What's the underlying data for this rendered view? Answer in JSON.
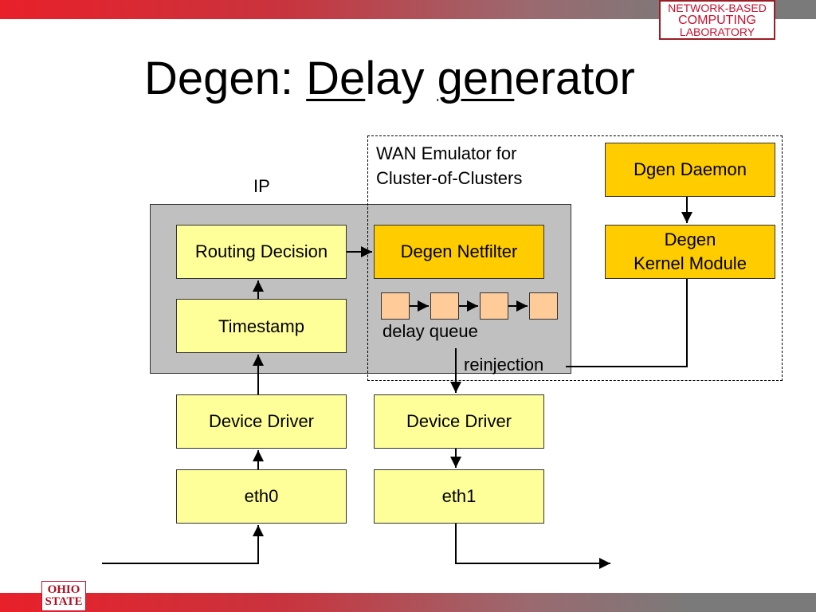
{
  "header": {
    "lab_logo": [
      "NETWORK-BASED",
      "COMPUTING",
      "LABORATORY"
    ],
    "title_parts": [
      "Degen: ",
      "De",
      "lay ",
      "gen",
      "erator"
    ]
  },
  "footer": {
    "osu_logo": [
      "OHIO",
      "STATE"
    ]
  },
  "diagram": {
    "wan_emulator_label": [
      "WAN Emulator for",
      "Cluster-of-Clusters"
    ],
    "ip_label": "IP",
    "routing_decision": "Routing Decision",
    "timestamp": "Timestamp",
    "degen_netfilter": "Degen Netfilter",
    "delay_queue_label": "delay queue",
    "reinjection_label": "reinjection",
    "dgen_daemon": "Dgen Daemon",
    "degen_kernel_module": [
      "Degen",
      "Kernel Module"
    ],
    "device_driver_left": "Device Driver",
    "device_driver_right": "Device Driver",
    "eth0": "eth0",
    "eth1": "eth1",
    "colors": {
      "box_light_yellow": "#ffff99",
      "box_gold": "#ffcc00",
      "queue_slot": "#ffcc99",
      "ip_region": "#c0c0c0"
    }
  }
}
